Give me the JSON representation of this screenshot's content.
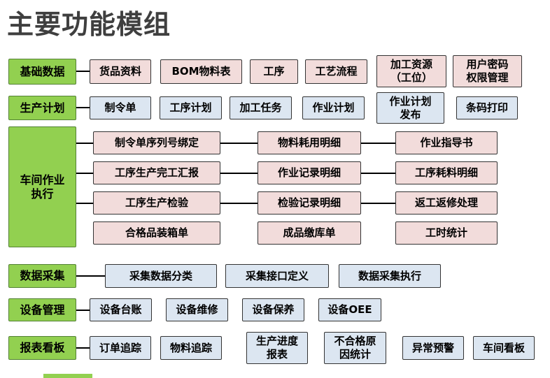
{
  "title": "主要功能模组",
  "colors": {
    "green": "#92d050",
    "green-border": "#538135",
    "pink": "#f2dcdb",
    "blue": "#dce6f1",
    "box-border": "#333333",
    "line": "#000000",
    "title": "#3f3f3f"
  },
  "sections": {
    "basic": {
      "label": "基础数据",
      "items": [
        "货品资料",
        "BOM物料表",
        "工序",
        "工艺流程",
        "加工资源\n（工位）",
        "用户密码\n权限管理"
      ]
    },
    "plan": {
      "label": "生产计划",
      "items": [
        "制令单",
        "工序计划",
        "加工任务",
        "作业计划",
        "作业计划\n发布",
        "条码打印"
      ]
    },
    "workshop": {
      "label": "车间作业\n执行",
      "rows": [
        [
          "制令单序列号绑定",
          "物料耗用明细",
          "作业指导书"
        ],
        [
          "工序生产完工汇报",
          "作业记录明细",
          "工序耗料明细"
        ],
        [
          "工序生产检验",
          "检验记录明细",
          "返工返修处理"
        ],
        [
          "合格品装箱单",
          "成品缴库单",
          "工时统计"
        ]
      ]
    },
    "collect": {
      "label": "数据采集",
      "items": [
        "采集数据分类",
        "采集接口定义",
        "数据采集执行"
      ]
    },
    "equipment": {
      "label": "设备管理",
      "items": [
        "设备台账",
        "设备维修",
        "设备保养",
        "设备OEE"
      ]
    },
    "report": {
      "label": "报表看板",
      "items": [
        "订单追踪",
        "物料追踪",
        "生产进度\n报表",
        "不合格原\n因统计",
        "异常预警",
        "车间看板"
      ]
    }
  }
}
